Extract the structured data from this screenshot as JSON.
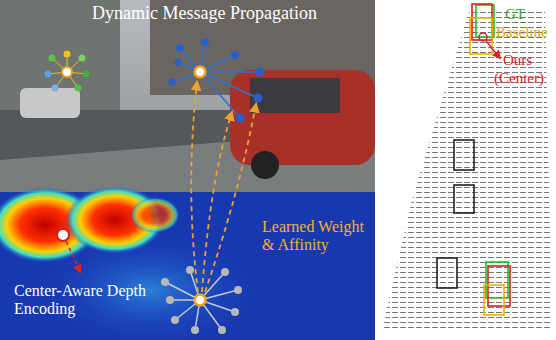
{
  "diagram": {
    "labels": [
      "Dynamic Message Propagation",
      "Learned Weight & Affinity",
      "Center-Aware Depth Encoding",
      "GT",
      "Baseline",
      "Ours",
      "(Center)"
    ]
  }
}
